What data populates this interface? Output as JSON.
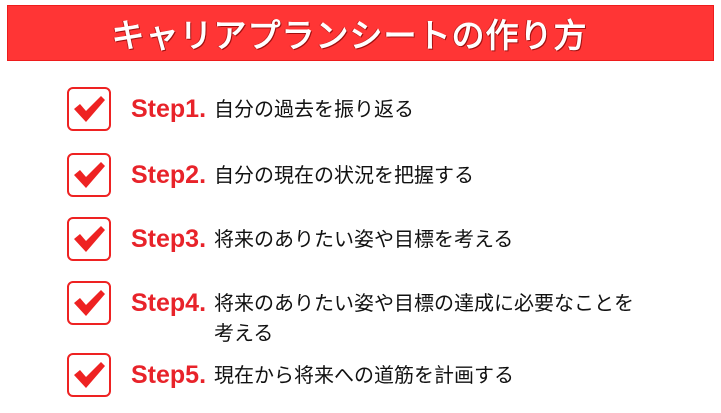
{
  "header": {
    "title": "キャリアプランシートの作り方",
    "background_color": "#ff3535"
  },
  "steps": [
    {
      "label": "Step1.",
      "text": "自分の過去を振り返る",
      "icon": "checkbox-checked-icon"
    },
    {
      "label": "Step2.",
      "text": "自分の現在の状況を把握する",
      "icon": "checkbox-checked-icon"
    },
    {
      "label": "Step3.",
      "text": "将来のありたい姿や目標を考える",
      "icon": "checkbox-checked-icon"
    },
    {
      "label": "Step4.",
      "text_line1": "将来のありたい姿や目標の達成に必要なことを",
      "text_line2": "考える",
      "icon": "checkbox-checked-icon"
    },
    {
      "label": "Step5.",
      "text": "現在から将来への道筋を計画する",
      "icon": "checkbox-checked-icon"
    }
  ],
  "colors": {
    "accent": "#e8232a",
    "text": "#111111"
  }
}
